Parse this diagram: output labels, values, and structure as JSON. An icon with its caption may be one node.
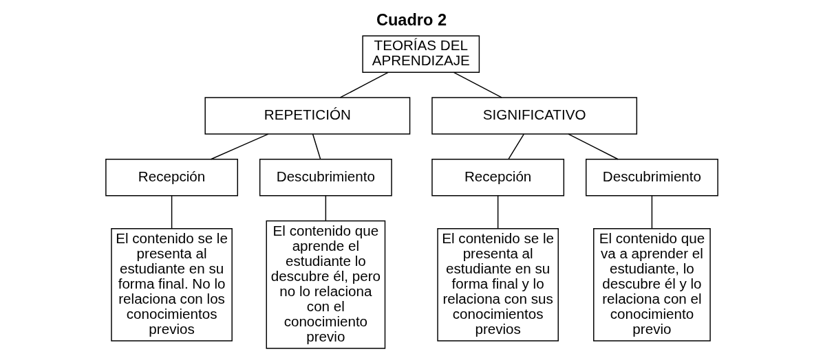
{
  "diagram": {
    "title": "Cuadro 2",
    "nodes": [
      {
        "text": [
          "TEORÍAS DEL APRENDIZAJE"
        ]
      },
      {
        "text": [
          "REPETICIÓN"
        ]
      },
      {
        "text": [
          "SIGNIFICATIVO"
        ]
      },
      {
        "text": [
          "Recepción"
        ]
      },
      {
        "text": [
          "Descubrimiento"
        ]
      },
      {
        "text": [
          "Recepción"
        ]
      },
      {
        "text": [
          "Descubrimiento"
        ]
      },
      {
        "text": [
          "El contenido se le presenta al estudiante en su forma final. No lo relaciona con los conocimientos previos"
        ]
      },
      {
        "text": [
          "El contenido que aprende el estudiante lo descubre él, pero no lo relaciona con el conocimiento previo"
        ]
      },
      {
        "text": [
          "El contenido se le presenta al estudiante en su forma final y lo relaciona con sus conocimientos previos"
        ]
      },
      {
        "text": [
          "El contenido que va a aprender el estudiante, lo descubre él y lo relaciona con el conocimiento previo"
        ]
      }
    ],
    "edges": [
      {
        "from": 0,
        "to": 1,
        "arrow": "none"
      },
      {
        "from": 0,
        "to": 2,
        "arrow": "none"
      },
      {
        "from": 1,
        "to": 3,
        "arrow": "none"
      },
      {
        "from": 1,
        "to": 4,
        "arrow": "none"
      },
      {
        "from": 2,
        "to": 5,
        "arrow": "none"
      },
      {
        "from": 2,
        "to": 6,
        "arrow": "none"
      },
      {
        "from": 3,
        "to": 7,
        "arrow": "none"
      },
      {
        "from": 4,
        "to": 8,
        "arrow": "none"
      },
      {
        "from": 5,
        "to": 9,
        "arrow": "none"
      },
      {
        "from": 6,
        "to": 10,
        "arrow": "none"
      }
    ]
  }
}
